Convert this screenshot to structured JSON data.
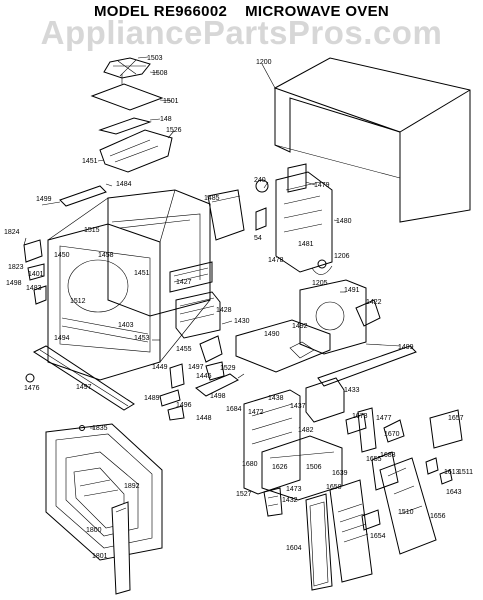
{
  "header": {
    "model": "MODEL RE966002",
    "product": "MICROWAVE OVEN"
  },
  "watermark": "AppliancePartsPros.com",
  "part_labels": {
    "p1503": "1503",
    "p1508": "1508",
    "p1501": "1501",
    "p148": "148",
    "p1526": "1526",
    "p1451a": "1451",
    "p1484": "1484",
    "p1200": "1200",
    "p1499a": "1499",
    "p1824": "1824",
    "p1823": "1823",
    "p1401": "1401",
    "p1515": "1515",
    "p1450": "1450",
    "p1458": "1458",
    "p1451b": "1451",
    "p1427": "1427",
    "p1498": "1498",
    "p1483": "1483",
    "p1512": "1512",
    "p1494": "1494",
    "p1403": "1403",
    "p1453": "1453",
    "p1428": "1428",
    "p1430": "1430",
    "p1476": "1476",
    "p1497a": "1497",
    "p240": "240",
    "p1479": "1479",
    "p1485": "1485",
    "p54": "54",
    "p1480": "1480",
    "p1481": "1481",
    "p1206": "1206",
    "p1478": "1478",
    "p1205": "1205",
    "p1491": "1491",
    "p1422": "1422",
    "p1490": "1490",
    "p1492": "1492",
    "p1499b": "1499",
    "p1455": "1455",
    "p1529": "1529",
    "p1449": "1449",
    "p1497b": "1497",
    "p1445": "1445",
    "p1498b": "1498",
    "p1489": "1489",
    "p1496": "1496",
    "p1448": "1448",
    "p1433": "1433",
    "p1684": "1684",
    "p1472": "1472",
    "p1438": "1438",
    "p1437": "1437",
    "p1673": "1673",
    "p1477": "1477",
    "p1657": "1657",
    "p1835": "1835",
    "p1482": "1482",
    "p1670": "1670",
    "p1683": "1683",
    "p1680": "1680",
    "p1626": "1626",
    "p1506": "1506",
    "p1639": "1639",
    "p1655": "1655",
    "p1613": "1613",
    "p1511": "1511",
    "p1473": "1473",
    "p1892": "1892",
    "p1527": "1527",
    "p1432": "1432",
    "p1658": "1658",
    "p1643": "1643",
    "p1510": "1510",
    "p1656": "1656",
    "p1800": "1800",
    "p1654": "1654",
    "p1604": "1604",
    "p1801": "1801"
  }
}
